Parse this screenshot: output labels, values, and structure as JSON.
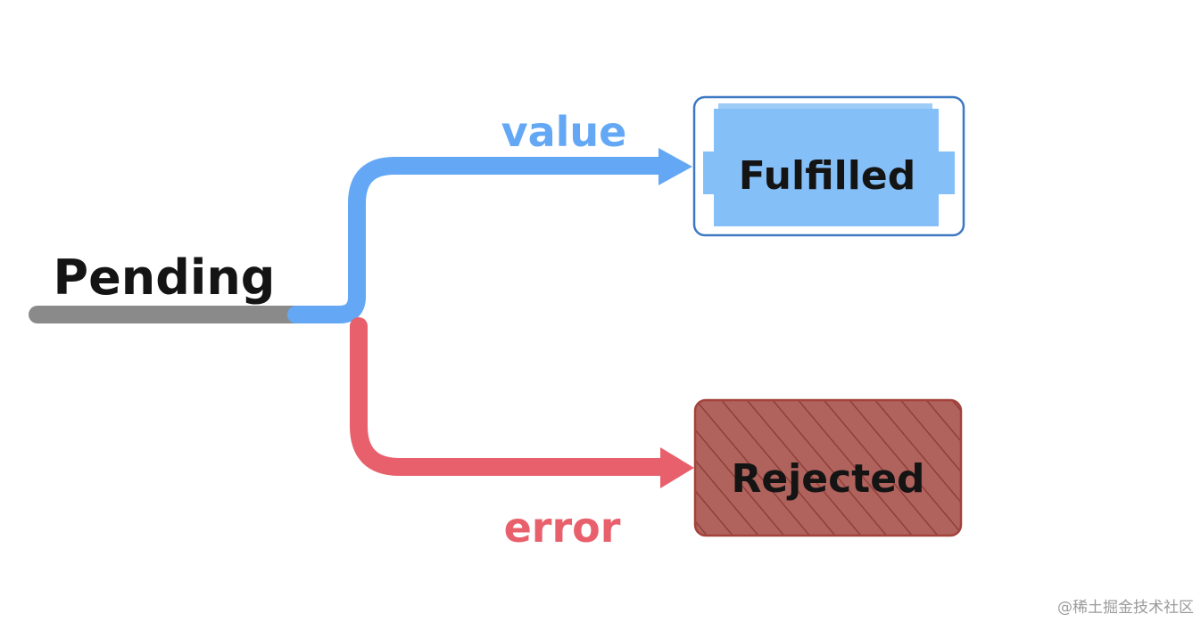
{
  "states": {
    "pending": {
      "label": "Pending"
    },
    "fulfilled": {
      "label": "Fulfilled"
    },
    "rejected": {
      "label": "Rejected"
    }
  },
  "transitions": {
    "fulfill": {
      "label": "value",
      "color": "#64a8f5"
    },
    "reject": {
      "label": "error",
      "color": "#e8606c"
    }
  },
  "colors": {
    "pending_line": "#8a8a8a",
    "fulfilled_fill": "#85bff8",
    "fulfilled_border": "#3d78c2",
    "rejected_fill": "#b0625c",
    "rejected_border": "#a3423b",
    "text": "#141414"
  },
  "watermark": "@稀土掘金技术社区"
}
